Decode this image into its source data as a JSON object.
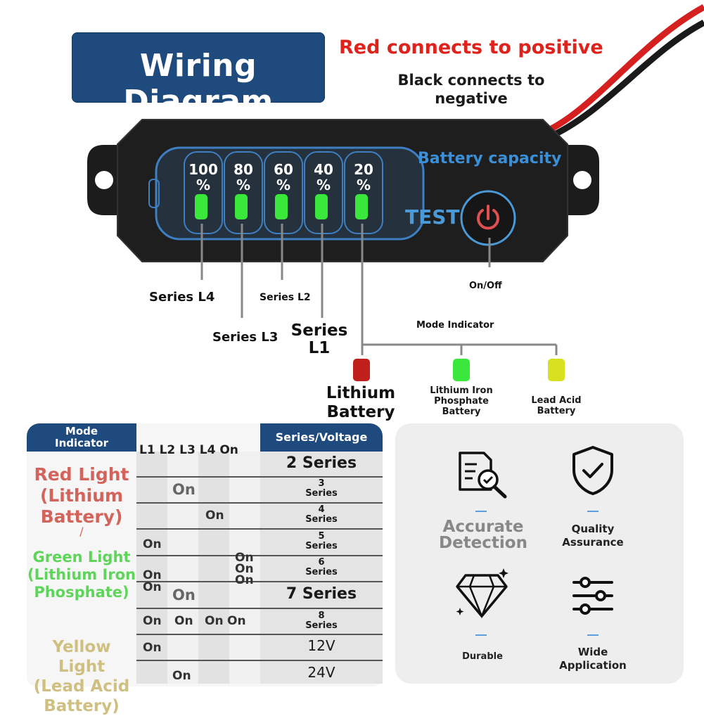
{
  "title": "Wiring Diagram",
  "wire_notes": {
    "red": "Red connects to positive",
    "black_line1": "Black connects to",
    "black_line2": "negative"
  },
  "device": {
    "levels": [
      {
        "value": "100",
        "unit": "%"
      },
      {
        "value": "80",
        "unit": "%"
      },
      {
        "value": "60",
        "unit": "%"
      },
      {
        "value": "40",
        "unit": "%"
      },
      {
        "value": "20",
        "unit": "%"
      }
    ],
    "capacity_label": "Battery capacity",
    "test_label": "TEST",
    "on_off_label": "On/Off"
  },
  "series_labels": {
    "l4": "Series L4",
    "l3": "Series L3",
    "l2": "Series L2",
    "l1_line1": "Series",
    "l1_line2": "L1"
  },
  "mode_indicator": {
    "label": "Mode Indicator",
    "lithium_line1": "Lithium",
    "lithium_line2": "Battery",
    "lfp_line1": "Lithium Iron",
    "lfp_line2": "Phosphate",
    "lfp_line3": "Battery",
    "lead_acid": "Lead Acid Battery"
  },
  "table": {
    "header_mode_line1": "Mode",
    "header_mode_line2": "Indicator",
    "header_cols": "L1 L2 L3 L4 On",
    "header_series": "Series/Voltage",
    "on": "On",
    "series": [
      {
        "main": "2 Series",
        "sub": ""
      },
      {
        "main": "3",
        "sub": "Series"
      },
      {
        "main": "4",
        "sub": "Series"
      },
      {
        "main": "5",
        "sub": "Series"
      },
      {
        "main": "6",
        "sub": "Series"
      },
      {
        "main": "7 Series",
        "sub": ""
      },
      {
        "main": "8",
        "sub": "Series"
      },
      {
        "main": "12V",
        "sub": ""
      },
      {
        "main": "24V",
        "sub": ""
      }
    ],
    "legend_red": [
      "Red Light",
      "(Lithium",
      "Battery)"
    ],
    "legend_slash": "/",
    "legend_green": [
      "Green Light",
      "(Lithium Iron",
      "Phosphate)"
    ],
    "legend_yellow": [
      "Yellow Light",
      "(Lead Acid",
      "Battery)"
    ]
  },
  "features": {
    "accurate_line1": "Accurate",
    "accurate_line2": "Detection",
    "quality_line1": "Quality",
    "quality_line2": "Assurance",
    "durable": "Durable",
    "wide_line1": "Wide",
    "wide_line2": "Application"
  },
  "colors": {
    "title_bg": "#1f4a7e",
    "red_text": "#e0221c",
    "led_green": "#39e83a",
    "red_led": "#c0201c",
    "yellow_led": "#d8e020",
    "accent_blue": "#3b8fd8"
  }
}
